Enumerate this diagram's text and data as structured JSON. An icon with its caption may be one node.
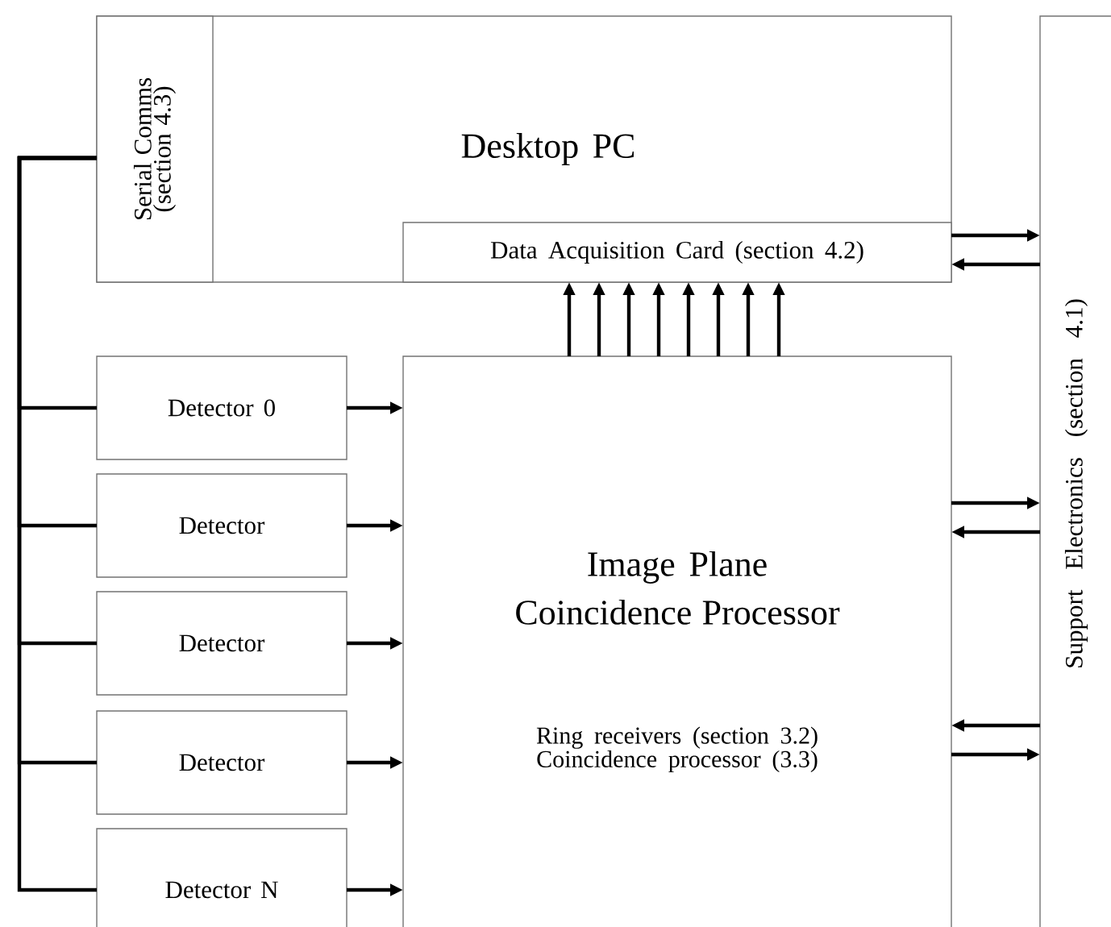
{
  "diagram": {
    "nodes": [
      {
        "text": [
          "Desktop PC"
        ]
      },
      {
        "text": [
          "Serial Comms (section 4.3)"
        ],
        "in": 0
      },
      {
        "text": [
          "Data Acquisition Card (section 4.2)"
        ],
        "in": 0
      },
      {
        "text": [
          "Detector 0"
        ]
      },
      {
        "text": [
          "Detector"
        ]
      },
      {
        "text": [
          "Detector"
        ]
      },
      {
        "text": [
          "Detector"
        ]
      },
      {
        "text": [
          "Detector N"
        ]
      },
      {
        "text": [
          "Image Plane Coincidence Processor",
          "Ring receivers (section 3.2) Coincidence processor (3.3)"
        ]
      },
      {
        "text": [
          "Support Electronics (section 4.1)"
        ]
      }
    ],
    "edges": [
      {
        "from": 1,
        "to": 3,
        "arrow": "none"
      },
      {
        "from": 1,
        "to": 4,
        "arrow": "none"
      },
      {
        "from": 1,
        "to": 5,
        "arrow": "none"
      },
      {
        "from": 1,
        "to": 6,
        "arrow": "none"
      },
      {
        "from": 1,
        "to": 7,
        "arrow": "none"
      },
      {
        "from": 3,
        "to": 8,
        "arrow": "to"
      },
      {
        "from": 4,
        "to": 8,
        "arrow": "to"
      },
      {
        "from": 5,
        "to": 8,
        "arrow": "to"
      },
      {
        "from": 6,
        "to": 8,
        "arrow": "to"
      },
      {
        "from": 7,
        "to": 8,
        "arrow": "to"
      },
      {
        "from": 8,
        "to": 2,
        "arrow": "to"
      },
      {
        "from": 8,
        "to": 2,
        "arrow": "to"
      },
      {
        "from": 8,
        "to": 2,
        "arrow": "to"
      },
      {
        "from": 8,
        "to": 2,
        "arrow": "to"
      },
      {
        "from": 8,
        "to": 2,
        "arrow": "to"
      },
      {
        "from": 8,
        "to": 2,
        "arrow": "to"
      },
      {
        "from": 8,
        "to": 2,
        "arrow": "to"
      },
      {
        "from": 8,
        "to": 2,
        "arrow": "to"
      },
      {
        "from": 2,
        "to": 9,
        "arrow": "to"
      },
      {
        "from": 9,
        "to": 2,
        "arrow": "to"
      },
      {
        "from": 8,
        "to": 9,
        "arrow": "to"
      },
      {
        "from": 9,
        "to": 8,
        "arrow": "to"
      },
      {
        "from": 9,
        "to": 8,
        "arrow": "to"
      },
      {
        "from": 8,
        "to": 9,
        "arrow": "to"
      }
    ]
  }
}
